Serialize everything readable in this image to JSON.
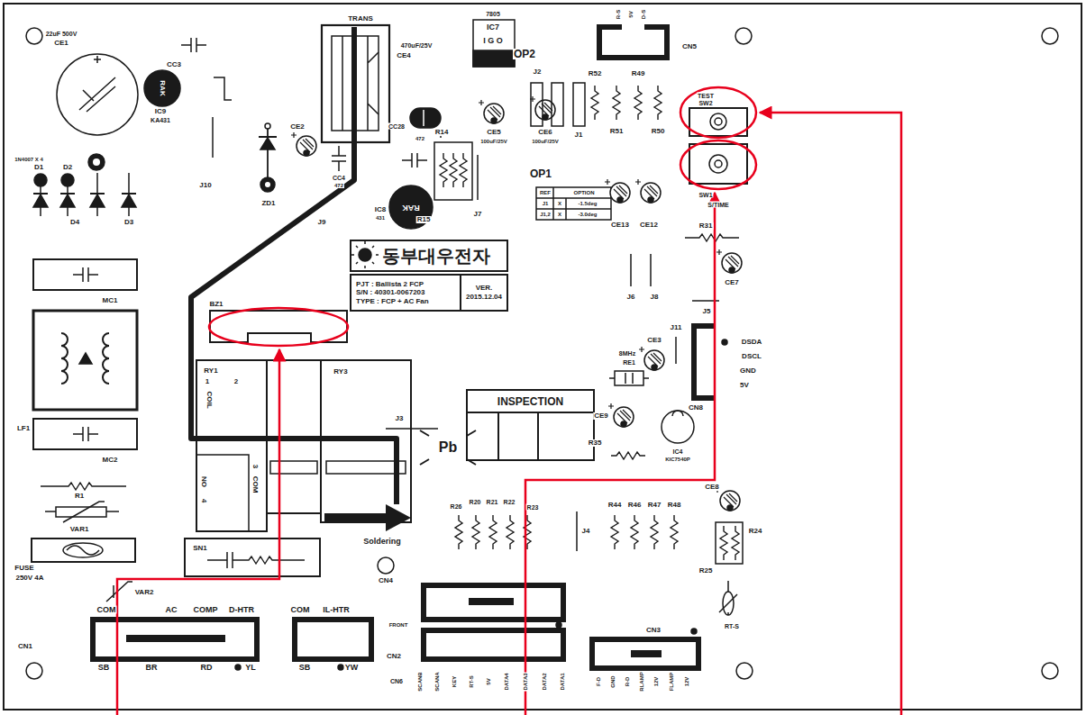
{
  "diagram": {
    "nodes": [
      {
        "text": [
          "동부대우전자"
        ]
      },
      {
        "text": [
          "PJT : Ballista 2 FCP",
          "S/N : 40301-0067203",
          "TYPE : FCP + AC Fan"
        ]
      },
      {
        "text": [
          "VER.",
          "2015.12.04"
        ]
      },
      {
        "text": [
          "INSPECTION"
        ]
      }
    ],
    "labels": [
      "22uF 500V",
      "CE1",
      "CC3",
      "TRANS",
      "7805",
      "IC7",
      "I G O",
      "470uF/25V",
      "CE4",
      "R-S",
      "5V",
      "D-S",
      "CN5",
      "OP2",
      "J2",
      "R52",
      "R49",
      "TEST",
      "SW2",
      "IC9",
      "KA431",
      "RAK",
      "1N4007 X 4",
      "D1",
      "D2",
      "CE2",
      "ZD1",
      "J10",
      "CC4",
      "472",
      "CC28",
      "472",
      "J9",
      "IC8",
      "431",
      "RAK",
      "R14",
      "R15",
      "J7",
      "CE5",
      "100uF/25V",
      "CE6",
      "100uF/25V",
      "J1",
      "OP1",
      "R51",
      "R50",
      "SW1",
      "S/TIME",
      "REF",
      "OPTION",
      "J1",
      "X",
      "-1.5deg",
      "J1,2",
      "X",
      "-3.0deg",
      "CE13",
      "CE12",
      "R31",
      "CE7",
      "J6",
      "J8",
      "J5",
      "D4",
      "D3",
      "MC1",
      "BZ1",
      "RY1",
      "1",
      "COIL",
      "2",
      "RY3",
      "3",
      "COM",
      "NO",
      "4",
      "8MHz",
      "RE1",
      "CE3",
      "J11",
      "DSDA",
      "DSCL",
      "GND",
      "5V",
      "CN8",
      "J3",
      "Pb",
      "CE9",
      "R35",
      "IC4",
      "KIC7540P",
      "LF1",
      "MC2",
      "R1",
      "VAR1",
      "FUSE",
      "250V 4A",
      "VAR2",
      "SN1",
      "Soldering",
      "R26",
      "R20",
      "R21",
      "R22",
      "R23",
      "J4",
      "R44",
      "R46",
      "R47",
      "R48",
      "CE8",
      "R24",
      "R25",
      "RT-S",
      "CN4",
      "FRONT",
      "CN2",
      "CN6",
      "SCANB",
      "SCANA",
      "KEY",
      "RT-S",
      "5V",
      "DATA4",
      "DATA3",
      "DATA2",
      "DATA1",
      "CN3",
      "F-D",
      "GND",
      "R-D",
      "RLAMP",
      "12V",
      "FLAMP",
      "12V",
      "CN1",
      "COM",
      "AC",
      "COMP",
      "D-HTR",
      "SB",
      "BR",
      "RD",
      "YL",
      "COM",
      "IL-HTR",
      "SB",
      "YW"
    ]
  }
}
